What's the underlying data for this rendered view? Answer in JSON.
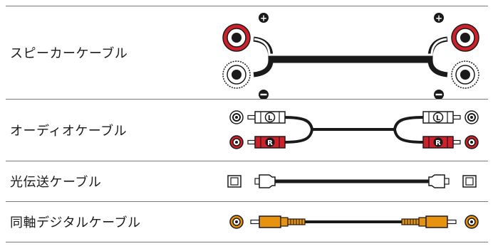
{
  "rows": [
    {
      "label": "スピーカーケーブル"
    },
    {
      "label": "オーディオケーブル"
    },
    {
      "label": "光伝送ケーブル"
    },
    {
      "label": "同軸デジタルケーブル"
    }
  ],
  "audio_plugs": {
    "left": "L",
    "right": "R"
  },
  "polarity": {
    "positive": "+",
    "negative": "−"
  },
  "colors": {
    "line": "#1a1a1a",
    "red": "#d0202a",
    "coax_orange": "#e8930f",
    "border": "#7a7a7a"
  }
}
